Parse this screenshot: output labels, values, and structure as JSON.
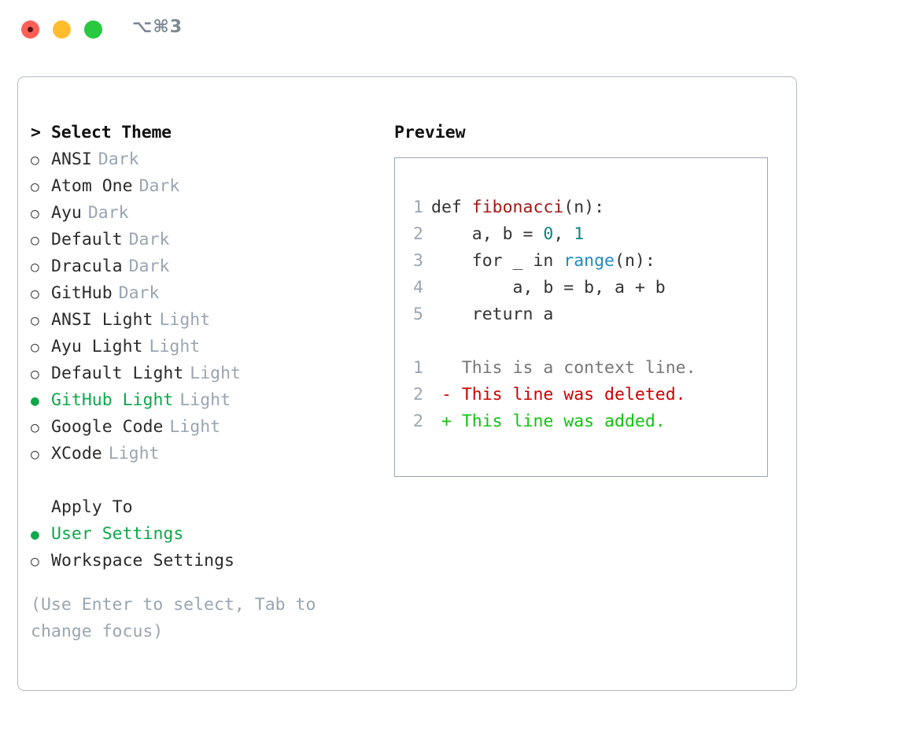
{
  "titlebar": {
    "shortcut": "⌥⌘3",
    "lights": [
      "close-red",
      "minimize-yellow",
      "maximize-green"
    ]
  },
  "theme_picker": {
    "heading": "Select Theme",
    "heading_prefix": ">",
    "bullet_empty": "○",
    "bullet_filled": "●",
    "items": [
      {
        "label": "ANSI",
        "tag": "Dark",
        "selected": false
      },
      {
        "label": "Atom One",
        "tag": "Dark",
        "selected": false
      },
      {
        "label": "Ayu",
        "tag": "Dark",
        "selected": false
      },
      {
        "label": "Default",
        "tag": "Dark",
        "selected": false
      },
      {
        "label": "Dracula",
        "tag": "Dark",
        "selected": false
      },
      {
        "label": "GitHub",
        "tag": "Dark",
        "selected": false
      },
      {
        "label": "ANSI Light",
        "tag": "Light",
        "selected": false
      },
      {
        "label": "Ayu Light",
        "tag": "Light",
        "selected": false
      },
      {
        "label": "Default Light",
        "tag": "Light",
        "selected": false
      },
      {
        "label": "GitHub Light",
        "tag": "Light",
        "selected": true
      },
      {
        "label": "Google Code",
        "tag": "Light",
        "selected": false
      },
      {
        "label": "XCode",
        "tag": "Light",
        "selected": false
      }
    ]
  },
  "apply_to": {
    "heading": "Apply To",
    "items": [
      {
        "label": "User Settings",
        "selected": true
      },
      {
        "label": "Workspace Settings",
        "selected": false
      }
    ]
  },
  "hint": "(Use Enter to select, Tab to change focus)",
  "preview": {
    "title": "Preview",
    "code_lines": [
      {
        "num": "1",
        "segments": [
          {
            "text": "def ",
            "type": "plain"
          },
          {
            "text": "fibonacci",
            "type": "func"
          },
          {
            "text": "(n):",
            "type": "plain"
          }
        ]
      },
      {
        "num": "2",
        "segments": [
          {
            "text": "    a, b = ",
            "type": "plain"
          },
          {
            "text": "0",
            "type": "num"
          },
          {
            "text": ", ",
            "type": "plain"
          },
          {
            "text": "1",
            "type": "num"
          }
        ]
      },
      {
        "num": "3",
        "segments": [
          {
            "text": "    for _ in ",
            "type": "plain"
          },
          {
            "text": "range",
            "type": "built"
          },
          {
            "text": "(n):",
            "type": "plain"
          }
        ]
      },
      {
        "num": "4",
        "segments": [
          {
            "text": "        a, b = b, a + b",
            "type": "plain"
          }
        ]
      },
      {
        "num": "5",
        "segments": [
          {
            "text": "    return a",
            "type": "plain"
          }
        ]
      }
    ],
    "diff_lines": [
      {
        "num": "1",
        "marker": " ",
        "text": "This is a context line.",
        "type": "ctx"
      },
      {
        "num": "2",
        "marker": "-",
        "text": "This line was deleted.",
        "type": "del"
      },
      {
        "num": "2",
        "marker": "+",
        "text": "This line was added.",
        "type": "add"
      }
    ]
  },
  "colors": {
    "accent_green": "#0ea84a",
    "muted": "#9aa5b1",
    "panel_border": "#b3bcc6",
    "code_border": "#9aa5b1",
    "func_red": "#a61717",
    "number_teal": "#0d8484",
    "builtin_blue": "#1e8bc3",
    "diff_add": "#10c410",
    "diff_del": "#cc0000"
  }
}
